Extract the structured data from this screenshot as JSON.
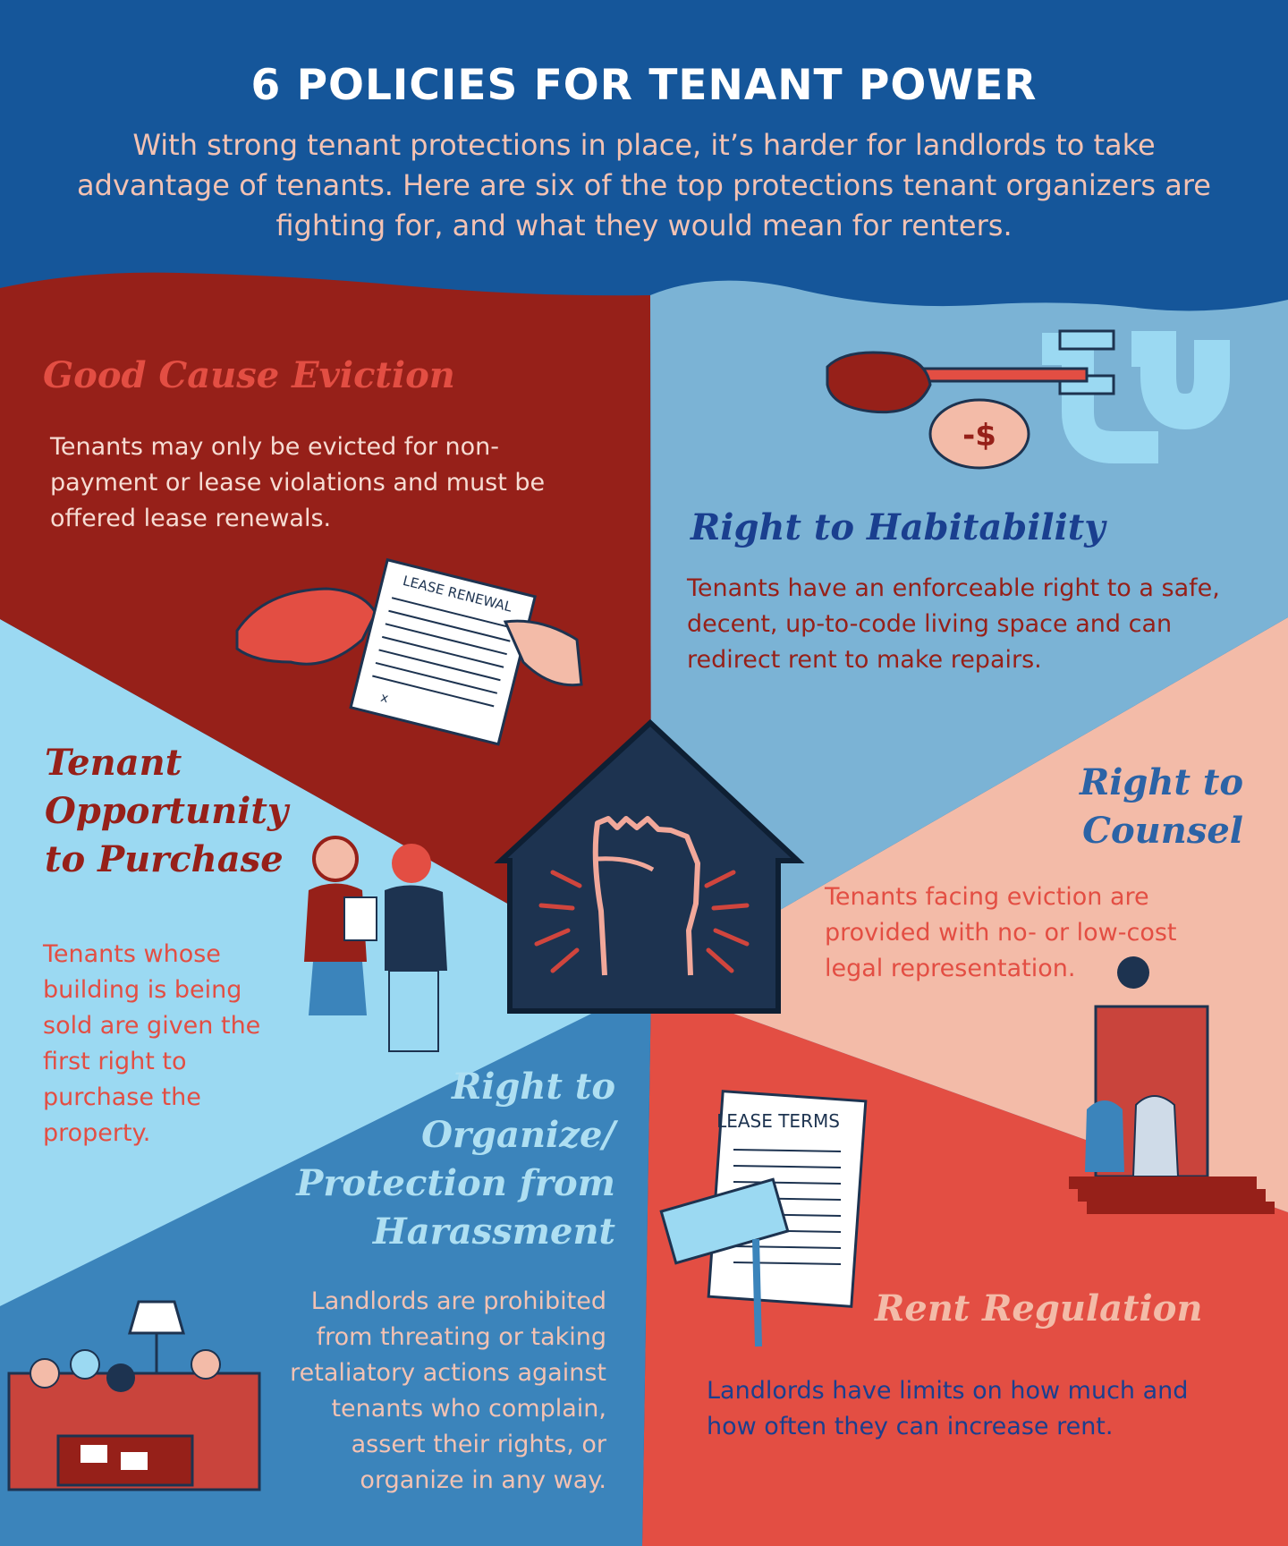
{
  "header": {
    "title": "6 POLICIES FOR TENANT POWER",
    "intro": "With strong tenant protections in place, it’s harder for landlords to take advantage of tenants. Here are six of the top protections tenant organizers are fighting for, and what they would mean for renters."
  },
  "policies": [
    {
      "title": "Good Cause Eviction",
      "text": "Tenants may only be evicted for non-payment or lease violations and must be offered lease renewals."
    },
    {
      "title": "Right to Habitability",
      "text": "Tenants have an enforceable right to a safe, decent, up-to-code living space and can redirect rent to make repairs."
    },
    {
      "title": "Tenant Opportunity to Purchase",
      "text": "Tenants whose building is being sold are given the first right to purchase the property."
    },
    {
      "title": "Right to Counsel",
      "text": "Tenants facing eviction are provided with no- or low-cost legal representation."
    },
    {
      "title": "Right to Organize/ Protection from Harassment",
      "text": "Landlords are prohibited from threating or taking retaliatory actions against tenants who complain, assert their rights, or organize in any way."
    },
    {
      "title": "Rent Regulation",
      "text": "Landlords have limits on how much and how often they can increase rent."
    }
  ],
  "illustration_text": {
    "lease_renewal": "LEASE RENEWAL",
    "lease_terms": "LEASE TERMS",
    "dollar_sign": "-$",
    "signature_mark": "x"
  },
  "colors": {
    "navy": "#15569a",
    "dark_red": "#962019",
    "light_blue": "#7bb3d5",
    "sky_blue": "#9bd9f2",
    "pink": "#f3bba8",
    "mid_blue": "#3b84bb",
    "coral": "#e34e43",
    "house_navy": "#1d3350"
  }
}
